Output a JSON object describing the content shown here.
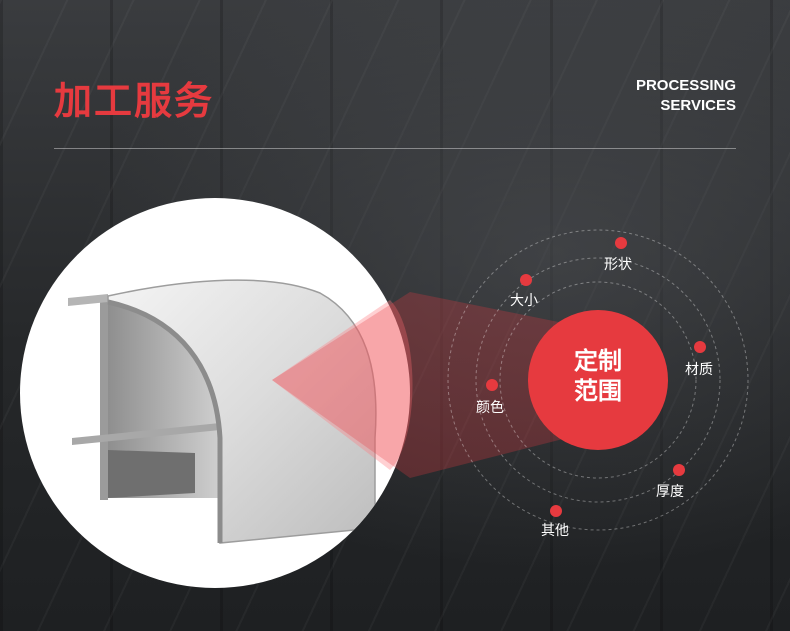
{
  "header": {
    "title": "加工服务",
    "en_line1": "PROCESSING",
    "en_line2": "SERVICES"
  },
  "center": {
    "line1": "定制",
    "line2": "范围"
  },
  "options": [
    "形状",
    "大小",
    "材质",
    "颜色",
    "厚度",
    "其他"
  ],
  "colors": {
    "accent": "#e63a3f",
    "background": "#2a2c2e",
    "text": "#ffffff"
  },
  "icons": [
    "product-profile-image",
    "spotlight-beam",
    "orbit-rings",
    "option-dot"
  ]
}
